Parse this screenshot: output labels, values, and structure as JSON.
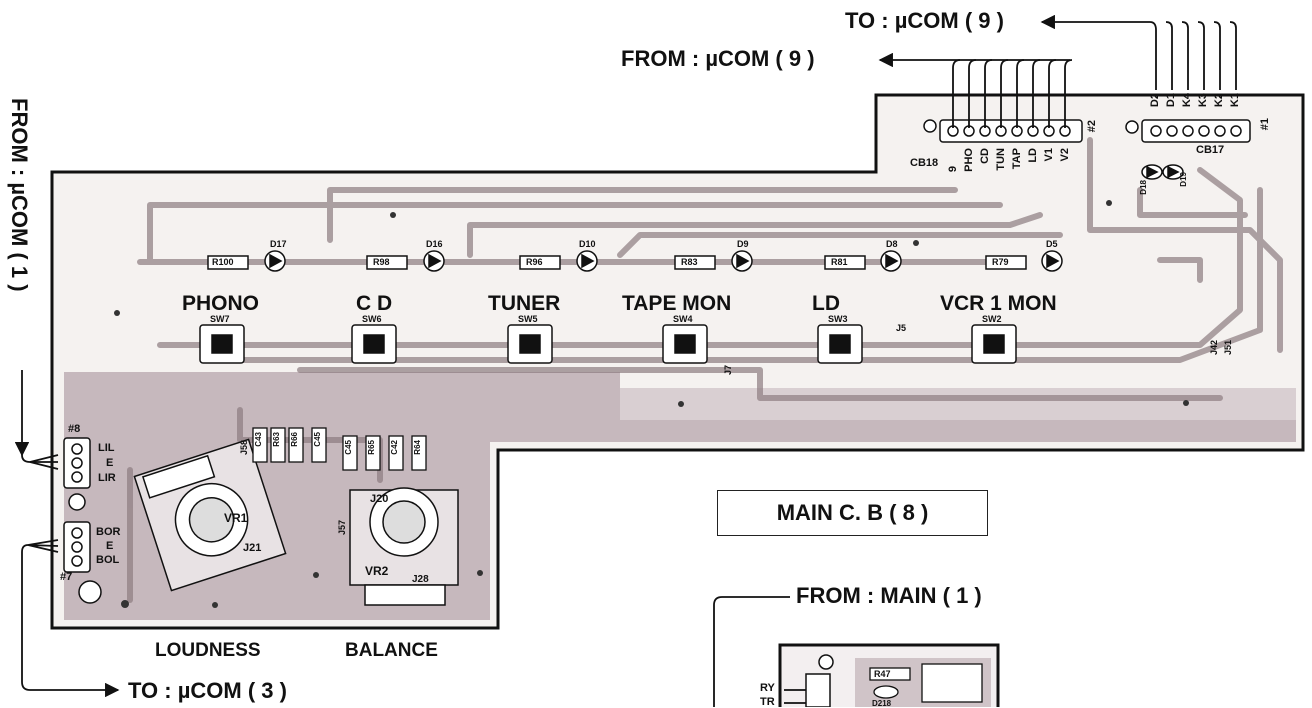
{
  "labels": {
    "to_ucom_9": "TO : µCOM ( 9 )",
    "from_ucom_9": "FROM : µCOM ( 9 )",
    "from_ucom_1": "FROM : µCOM ( 1 )",
    "to_ucom_3": "TO : µCOM ( 3 )",
    "from_main_1": "FROM : MAIN ( 1 )",
    "main_board": "MAIN C. B ( 8 )",
    "loudness": "LOUDNESS",
    "balance": "BALANCE"
  },
  "switches": [
    {
      "label": "PHONO",
      "sw": "SW7",
      "resistor": "R100",
      "led": "D17"
    },
    {
      "label": "C D",
      "sw": "SW6",
      "resistor": "R98",
      "led": "D16"
    },
    {
      "label": "TUNER",
      "sw": "SW5",
      "resistor": "R96",
      "led": "D10"
    },
    {
      "label": "TAPE MON",
      "sw": "SW4",
      "resistor": "R83",
      "led": "D9"
    },
    {
      "label": "LD",
      "sw": "SW3",
      "resistor": "R81",
      "led": "D8"
    },
    {
      "label": "VCR 1 MON",
      "sw": "SW2",
      "resistor": "R79",
      "led": "D5"
    }
  ],
  "connector_cb18": {
    "name": "CB18",
    "num": "#2",
    "pins": [
      "9",
      "PHO",
      "CD",
      "TUN",
      "TAP",
      "LD",
      "V1",
      "V2"
    ]
  },
  "connector_cb17": {
    "name": "CB17",
    "num": "#1",
    "pins": [
      "D2",
      "D1",
      "K4",
      "K3",
      "K2",
      "K1"
    ]
  },
  "connector_8": {
    "num": "#8",
    "pins": [
      "LIL",
      "E",
      "LIR"
    ]
  },
  "connector_7": {
    "num": "#7",
    "pins": [
      "BOR",
      "E",
      "BOL"
    ]
  },
  "connector_main": {
    "pins": [
      "RY",
      "TR"
    ]
  },
  "components": {
    "d18": "D18",
    "d19": "D19",
    "vr1": "VR1",
    "vr2": "VR2",
    "j20": "J20",
    "j21": "J21",
    "j28": "J28",
    "j5": "J5",
    "j7": "J7",
    "j51": "J51",
    "j42": "J42",
    "j57": "J57",
    "j58": "J58",
    "r47": "R47",
    "d218": "D218",
    "res_small": [
      "C43",
      "R63",
      "R66",
      "C45",
      "C45",
      "R65",
      "C42",
      "R64"
    ]
  }
}
